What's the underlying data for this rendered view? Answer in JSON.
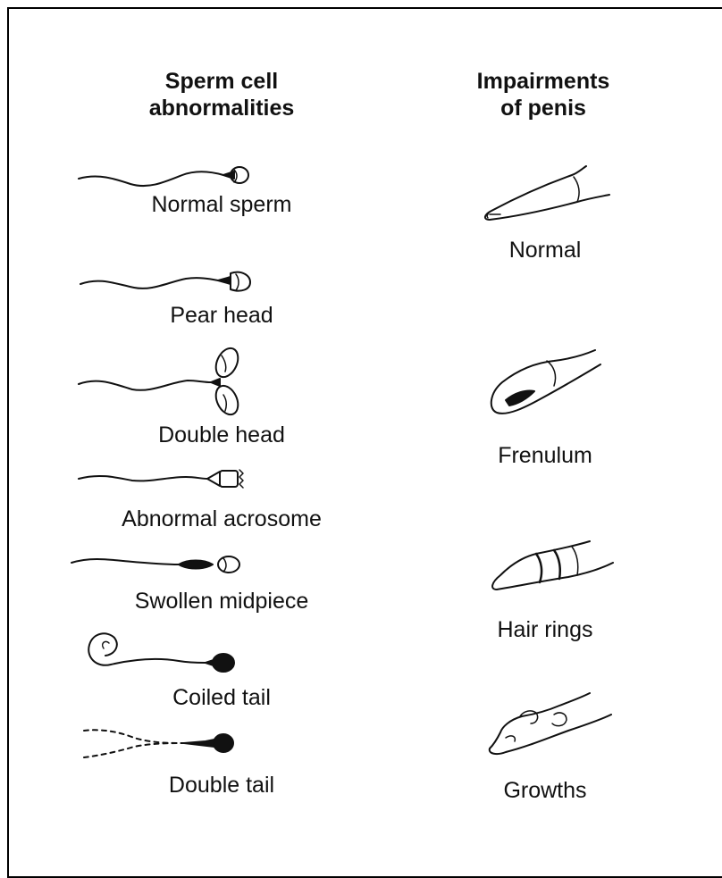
{
  "columns": {
    "left": {
      "heading_line1": "Sperm cell",
      "heading_line2": "abnormalities",
      "items": [
        {
          "label": "Normal sperm"
        },
        {
          "label": "Pear head"
        },
        {
          "label": "Double head"
        },
        {
          "label": "Abnormal acrosome"
        },
        {
          "label": "Swollen midpiece"
        },
        {
          "label": "Coiled tail"
        },
        {
          "label": "Double tail"
        }
      ]
    },
    "right": {
      "heading_line1": "Impairments",
      "heading_line2": "of penis",
      "items": [
        {
          "label": "Normal"
        },
        {
          "label": "Frenulum"
        },
        {
          "label": "Hair rings"
        },
        {
          "label": "Growths"
        }
      ]
    }
  },
  "colors": {
    "ink": "#111111",
    "background": "#ffffff",
    "border": "#000000"
  }
}
